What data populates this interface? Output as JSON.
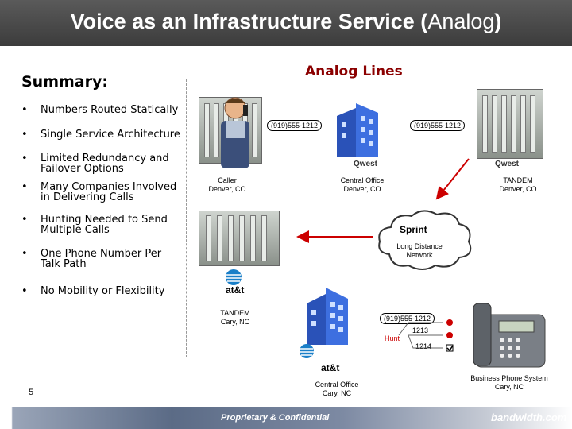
{
  "title": {
    "main": "Voice as an Infrastructure Service (",
    "light": "Analog",
    "close": ")"
  },
  "summary": {
    "heading": "Summary:",
    "bullet": "•",
    "items": [
      "Numbers Routed Statically",
      "Single Service Architecture",
      "Limited Redundancy and Failover Options",
      "Many Companies Involved in Delivering Calls",
      "Hunting Needed to Send Multiple Calls",
      "One Phone Number Per Talk Path",
      "No Mobility or Flexibility"
    ]
  },
  "diagram": {
    "heading": "Analog Lines",
    "caller_label": "Caller\nDenver, CO",
    "co_denver_label": "Central Office\nDenver, CO",
    "tandem_denver_label": "TANDEM\nDenver, CO",
    "long_distance_label": "Long Distance\nNetwork",
    "tandem_cary_label": "TANDEM\nCary, NC",
    "co_cary_label": "Central Office\nCary, NC",
    "business_phone_label": "Business Phone System\nCary, NC",
    "phone_left": "(919)555-1212",
    "phone_right": "(919)555-1212",
    "phone_cary": "(919)555-1212",
    "ext_1213": "1213",
    "ext_1214": "1214",
    "hunt": "Hunt",
    "qwest_logo": "Qwest",
    "sprint_logo": "Sprint",
    "att_logo": "at&t"
  },
  "footer": {
    "page_number": "5",
    "text": "Proprietary & Confidential",
    "logo": "bandwidth.com"
  },
  "colors": {
    "accent": "#8b0000",
    "arrow": "#cc0000",
    "title_bg": "#4a4a4a"
  }
}
